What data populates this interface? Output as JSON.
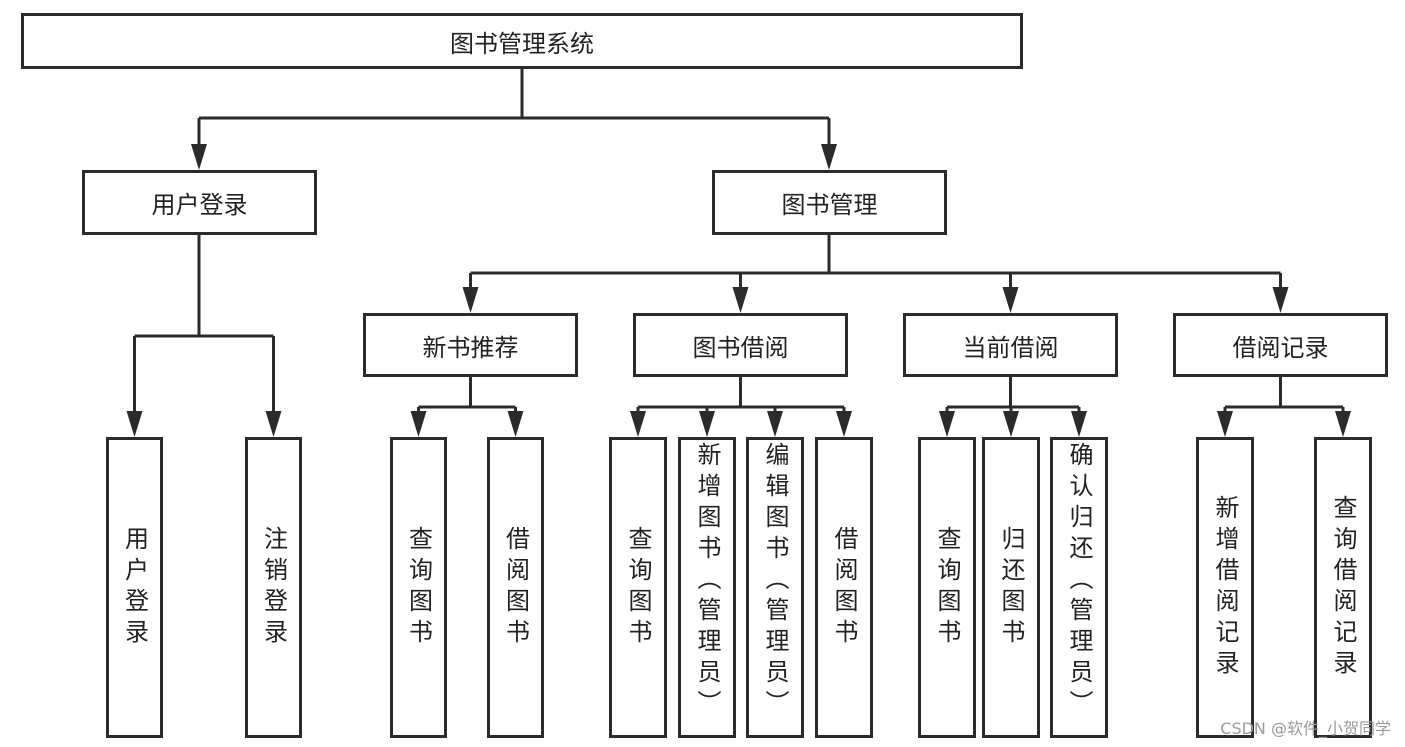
{
  "root": {
    "label": "图书管理系统"
  },
  "level1": [
    {
      "label": "用户登录",
      "children": [
        "用户登录",
        "注销登录"
      ]
    },
    {
      "label": "图书管理"
    }
  ],
  "level2": [
    {
      "label": "新书推荐",
      "children": [
        "查询图书",
        "借阅图书"
      ]
    },
    {
      "label": "图书借阅",
      "children": [
        "查询图书",
        "新增图书（管理员）",
        "编辑图书（管理员）",
        "借阅图书"
      ]
    },
    {
      "label": "当前借阅",
      "children": [
        "查询图书",
        "归还图书",
        "确认归还（管理员）"
      ]
    },
    {
      "label": "借阅记录",
      "children": [
        "新增借阅记录",
        "查询借阅记录"
      ]
    }
  ],
  "watermark": "CSDN @软件_小贺同学",
  "colors": {
    "line": "#2b2b2b",
    "background": "#ffffff"
  }
}
